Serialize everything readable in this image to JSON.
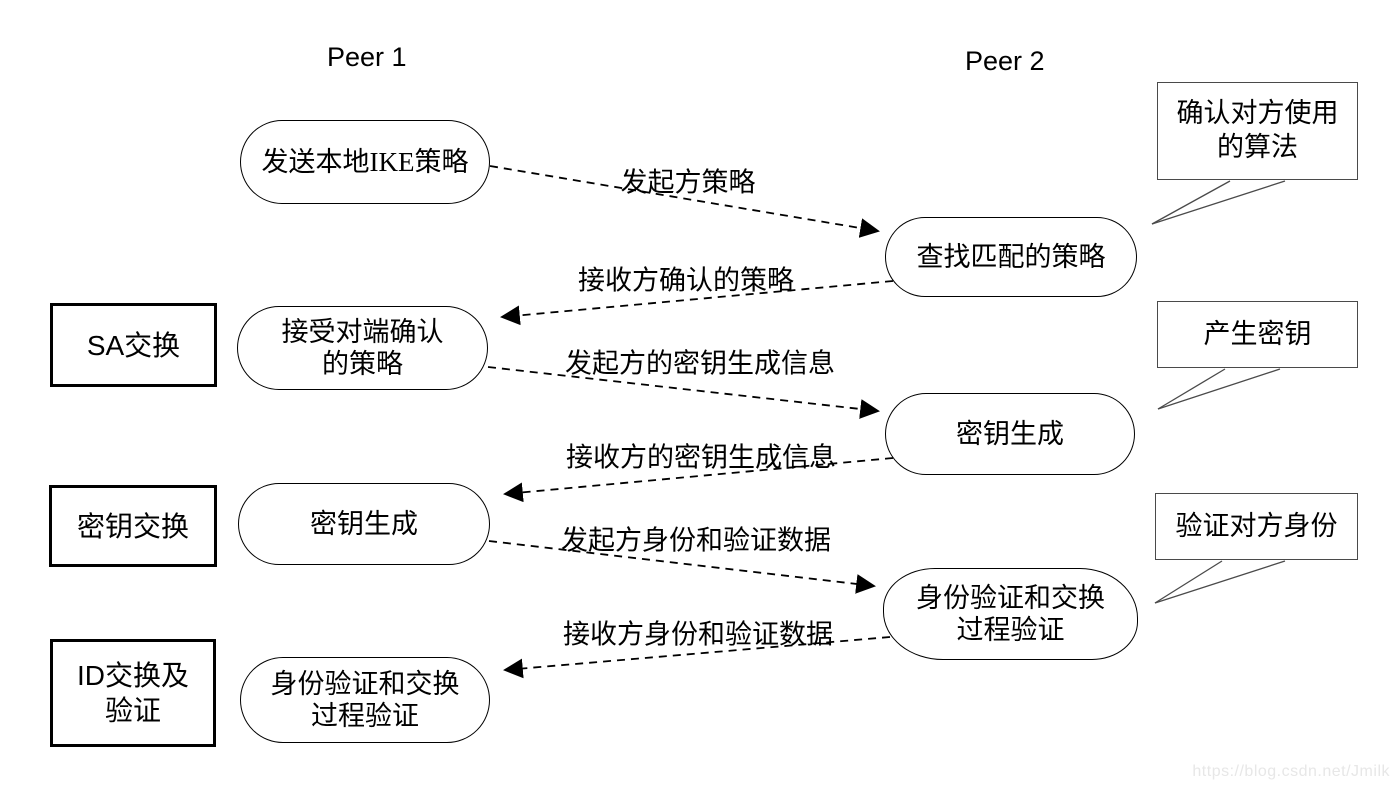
{
  "diagram": {
    "peer1_title": "Peer 1",
    "peer2_title": "Peer 2",
    "phases": [
      {
        "label": "SA交换"
      },
      {
        "label": "密钥交换"
      },
      {
        "label": "ID交换及\n验证"
      }
    ],
    "peer1_steps": [
      {
        "label": "发送本地IKE策略"
      },
      {
        "label": "接受对端确认\n的策略"
      },
      {
        "label": "密钥生成"
      },
      {
        "label": "身份验证和交换\n过程验证"
      }
    ],
    "peer2_steps": [
      {
        "label": "查找匹配的策略"
      },
      {
        "label": "密钥生成"
      },
      {
        "label": "身份验证和交换\n过程验证"
      }
    ],
    "messages": [
      {
        "label": "发起方策略",
        "direction": "peer1-to-peer2"
      },
      {
        "label": "接收方确认的策略",
        "direction": "peer2-to-peer1"
      },
      {
        "label": "发起方的密钥生成信息",
        "direction": "peer1-to-peer2"
      },
      {
        "label": "接收方的密钥生成信息",
        "direction": "peer2-to-peer1"
      },
      {
        "label": "发起方身份和验证数据",
        "direction": "peer1-to-peer2"
      },
      {
        "label": "接收方身份和验证数据",
        "direction": "peer2-to-peer1"
      }
    ],
    "callouts": [
      {
        "label": "确认对方使用\n的算法"
      },
      {
        "label": "产生密钥"
      },
      {
        "label": "验证对方身份"
      }
    ],
    "watermark": "https://blog.csdn.net/Jmilk",
    "colors": {
      "stroke": "#000000",
      "callout_stroke": "#4a4a4a",
      "watermark": "#e7e7e7",
      "background": "#ffffff"
    }
  }
}
